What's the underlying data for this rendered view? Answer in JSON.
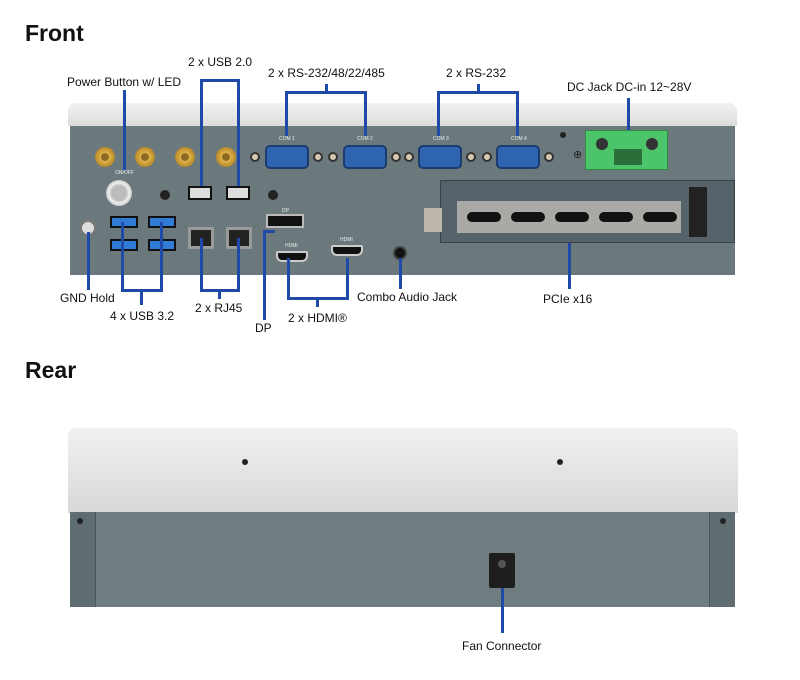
{
  "front": {
    "title": "Front",
    "labels": {
      "power_button": "Power Button w/ LED",
      "usb20": "2 x USB 2.0",
      "rs232_multi": "2 x RS-232/48/22/485",
      "rs232": "2 x RS-232",
      "dc_jack": "DC Jack DC-in 12~28V",
      "gnd_hold": "GND Hold",
      "usb32": "4 x USB 3.2",
      "rj45": "2 x RJ45",
      "dp": "DP",
      "hdmi": "2 x HDMI®",
      "audio": "Combo Audio Jack",
      "pcie": "PCIe x16"
    },
    "port_marks": {
      "com1": "COM 1",
      "com2": "COM 2",
      "com3": "COM 3",
      "com4": "COM 4",
      "onoff": "ON/OFF",
      "dp": "DP",
      "hdmi1": "HDMI",
      "hdmi2": "HDMI"
    }
  },
  "rear": {
    "title": "Rear",
    "labels": {
      "fan": "Fan Connector"
    }
  },
  "colors": {
    "callout": "#1f4aa8",
    "chassis": "#6b797c",
    "terminal": "#4cc46a"
  }
}
